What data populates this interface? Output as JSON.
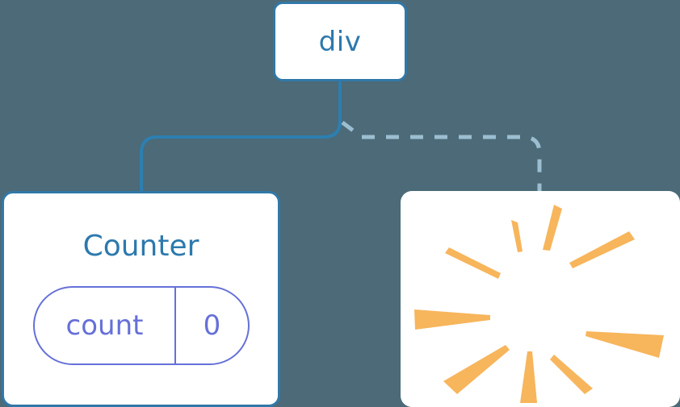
{
  "diagram": {
    "title": "component-tree-diagram",
    "background_color": "#4c6a77",
    "nodes": {
      "root": {
        "label": "div",
        "border_color": "#3178a8",
        "text_color": "#2c79ad",
        "fill": "#ffffff"
      },
      "counter": {
        "label": "Counter",
        "border_color": "#3178a8",
        "text_color": "#2c79ad",
        "fill": "#ffffff",
        "state": {
          "key": "count",
          "value": "0",
          "accent_color": "#6670d8"
        }
      },
      "burst": {
        "label": "",
        "fill": "#ffffff",
        "icon": "sparkle-burst-icon",
        "icon_color": "#f7b55c",
        "ray_count": 10
      }
    },
    "connectors": [
      {
        "name": "root-to-counter",
        "style": "solid",
        "color": "#2d7fb0",
        "width": 4
      },
      {
        "name": "root-to-burst",
        "style": "dashed",
        "color": "#9bbed1",
        "width": 5,
        "dash": "16 14"
      }
    ]
  },
  "chart_data": {
    "type": "table",
    "title": "component-tree-diagram",
    "categories": [
      "div",
      "Counter",
      "burst"
    ],
    "values": [
      0,
      0,
      0
    ]
  }
}
